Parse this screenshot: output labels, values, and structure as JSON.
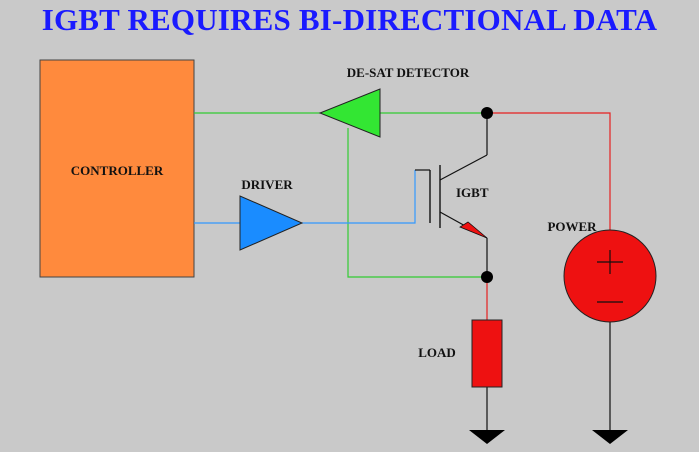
{
  "title": "IGBT REQUIRES BI-DIRECTIONAL DATA",
  "labels": {
    "controller": "CONTROLLER",
    "driver": "DRIVER",
    "desat": "DE-SAT DETECTOR",
    "igbt": "IGBT",
    "power": "POWER",
    "load": "LOAD"
  },
  "colors": {
    "title": "#1a1aff",
    "background": "#c9c9c9",
    "controller": "#ff8a3d",
    "driver": "#1a8cff",
    "desat": "#33e633",
    "wire_green": "#33cc33",
    "wire_blue": "#3399ff",
    "wire_red": "#e62020",
    "power_source": "#ee1111",
    "load": "#ee1111",
    "ground": "#000000"
  },
  "icons": {
    "driver": "buffer-triangle-right-icon",
    "desat": "buffer-triangle-left-icon",
    "igbt": "igbt-transistor-icon",
    "power": "voltage-source-icon",
    "load": "resistor-icon",
    "ground": "ground-icon"
  }
}
